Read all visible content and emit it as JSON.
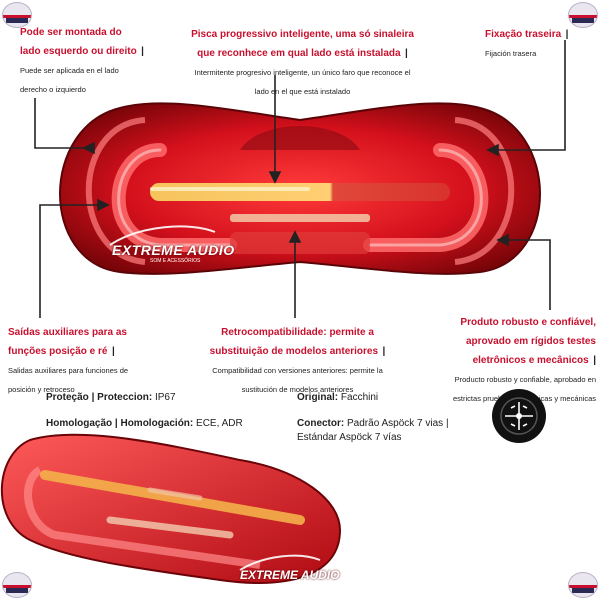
{
  "callouts": {
    "left_top": {
      "title_pt": "Pode ser montada do lado esquerdo ou direito",
      "separator": "|",
      "text_es": "Puede ser aplicada en el lado derecho o izquierdo"
    },
    "center_top": {
      "title_pt": "Pisca progressivo inteligente, uma só sinaleira que reconhece em qual lado está instalada",
      "separator": "|",
      "text_es": "Intermitente progresivo inteligente, un único faro que reconoce el lado en el que está instalado"
    },
    "right_top": {
      "title_pt": "Fixação traseira",
      "separator": "|",
      "text_es": "Fijación trasera"
    },
    "left_bottom": {
      "title_pt": "Saídas auxiliares para as funções posição e ré",
      "separator": "|",
      "text_es": "Salidas auxiliares para funciones de posición y retroceso"
    },
    "center_bottom": {
      "title_pt": "Retrocompatibilidade: permite a substituição de modelos anteriores",
      "separator": "|",
      "text_es": "Compatibilidad con versiones anteriores: permite la sustitución de modelos anteriores"
    },
    "right_bottom": {
      "title_pt": "Produto robusto e confiável, aprovado em rígidos testes eletrônicos e mecânicos",
      "separator": "|",
      "text_es": "Producto robusto y confiable, aprobado en estrictas pruebas electrónicas y mecánicas"
    }
  },
  "specs": {
    "protection_label": "Proteção | Proteccion:",
    "protection_value": "IP67",
    "homologation_label": "Homologação | Homologación:",
    "homologation_value": "ECE, ADR",
    "original_label": "Original:",
    "original_value": "Facchini",
    "connector_label": "Conector:",
    "connector_value": "Padrão Aspöck 7 vias | Estándar Aspöck 7 vías"
  },
  "brand": {
    "logo_text": "EXTREME AUDIO",
    "logo_subtext": "SOM E ACESSÓRIOS",
    "badge_text": "EXTREME AUDIO"
  },
  "colors": {
    "accent_red": "#c8102e",
    "lamp_red": "#d4101c",
    "lamp_amber": "#ffb347"
  },
  "icons": {
    "connector": "connector-7pin-icon",
    "badge": "extreme-audio-badge-icon"
  }
}
